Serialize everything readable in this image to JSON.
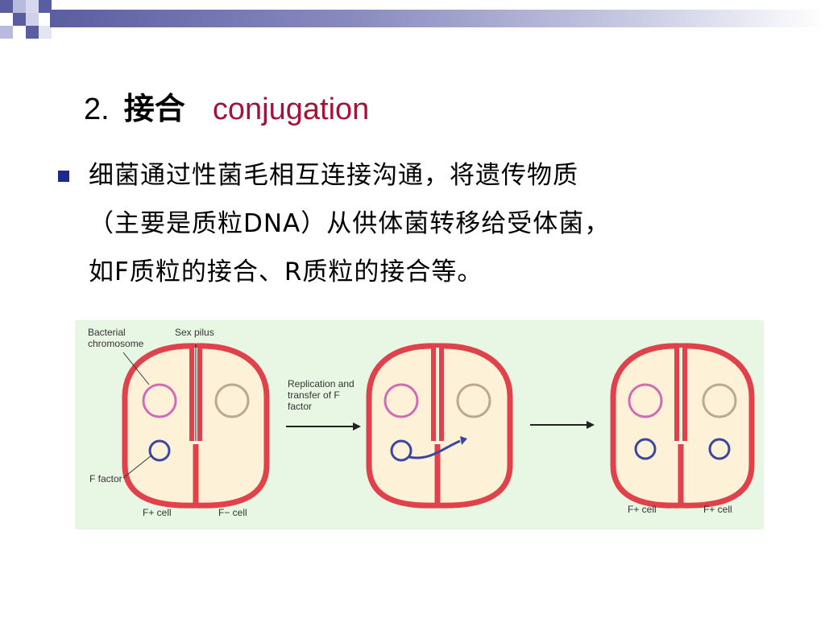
{
  "slide": {
    "title_number": "2.",
    "title_zh": "接合",
    "title_en": "conjugation",
    "bullet_lines": [
      "细菌通过性菌毛相互连接沟通，将遗传物质",
      "（主要是质粒DNA）从供体菌转移给受体菌，",
      "如F质粒的接合、R质粒的接合等。"
    ]
  },
  "figure": {
    "labels": {
      "bacterial_chromosome": "Bacterial chromosome",
      "sex_pilus": "Sex pilus",
      "f_factor": "F factor",
      "replication": "Replication and transfer of F factor",
      "f_plus_cell_1": "F+ cell",
      "f_minus_cell": "F− cell",
      "f_plus_cell_2": "F+ cell",
      "f_plus_cell_3": "F+ cell"
    }
  },
  "colors": {
    "accent_title": "#a3133a",
    "bullet": "#1e2a8a",
    "figure_bg": "#e8f7e4",
    "cell_wall": "#e0414a",
    "cell_fill": "#fdf2d8"
  }
}
